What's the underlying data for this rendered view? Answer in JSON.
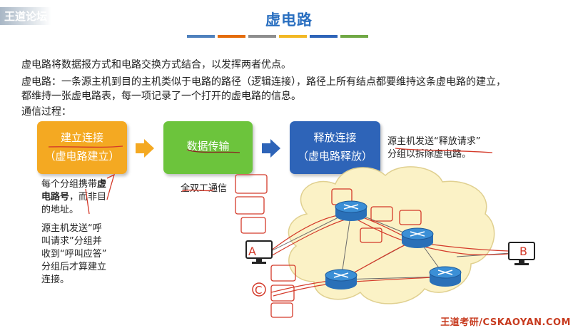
{
  "header": {
    "logo_text": "王道论坛",
    "title": "虚电路",
    "stripe_colors": [
      "#4f81bd",
      "#e46c0a",
      "#8e8e8e",
      "#f2b824",
      "#2e64b8",
      "#70a845"
    ]
  },
  "body": {
    "line1": "虚电路将数据报方式和电路交换方式结合，以发挥两者优点。",
    "line2": "虚电路：一条源主机到目的主机类似于电路的路径（逻辑连接），路径上所有结点都要维持这条虚电路的建立，",
    "line3": "都维持一张虚电路表，每一项记录了一个打开的虚电路的信息。",
    "line4": "通信过程："
  },
  "steps": [
    {
      "line1": "建立连接",
      "line2": "（虚电路建立）",
      "color": "#f4a922"
    },
    {
      "line1": "数据传输",
      "line2": "",
      "color": "#6cc43c"
    },
    {
      "line1": "释放连接",
      "line2": "（虚电路释放）",
      "color": "#2e64b8"
    }
  ],
  "notes": {
    "step1_a_1": "每个分组携带",
    "step1_a_bold1": "虚",
    "step1_a_2bold": "电路号",
    "step1_a_2": "，而非目",
    "step1_a_3": "的地址。",
    "step1_b_1": "源主机发送“呼",
    "step1_b_2": "叫请求”分组并",
    "step1_b_3": "收到“呼叫应答”",
    "step1_b_4": "分组后才算建立",
    "step1_b_5": "连接。",
    "step2": "全双工通信",
    "step3_1": "源主机发送“释放请求”",
    "step3_2": "分组以拆除虚电路。"
  },
  "network": {
    "host_a": "A",
    "host_b": "B",
    "host_c": "C",
    "cloud_color": "#fbf2c6",
    "router_color": "#3b8fd6"
  },
  "footer": {
    "text": "王道考研/CSKAOYAN.COM"
  },
  "icons": [
    "right-arrow-icon",
    "router-icon",
    "computer-icon"
  ]
}
